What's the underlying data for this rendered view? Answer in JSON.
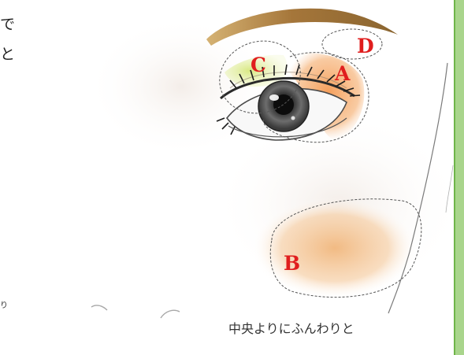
{
  "text": {
    "top_fragment_1": "で",
    "top_fragment_2": "と",
    "small_fragment": "り",
    "caption": "中央よりにふんわりと"
  },
  "zones": {
    "a": "A",
    "b": "B",
    "c": "C",
    "d": "D"
  },
  "colors": {
    "zone_label": "#e01e1e",
    "side_border": "#a9d58c",
    "eyeshadow_orange": "#f2a766",
    "eyeshadow_yellow_green": "#dbe985",
    "blush": "#f5c394",
    "brow": "#b98a45"
  }
}
